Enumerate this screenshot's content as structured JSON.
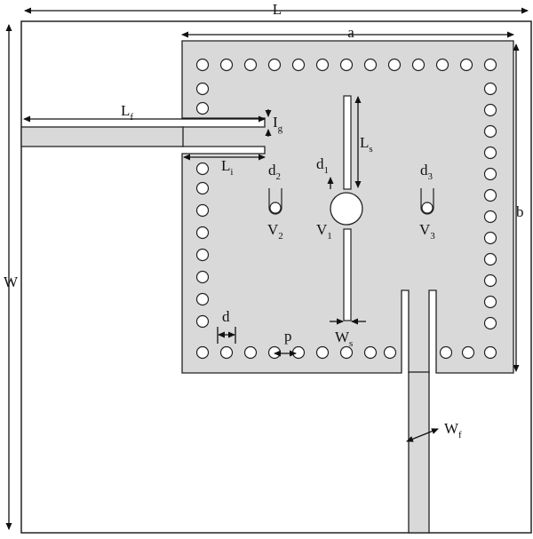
{
  "labels": {
    "L": "L",
    "W": "W",
    "a": "a",
    "b": "b",
    "Lf": {
      "main": "L",
      "sub": "f"
    },
    "Ig": {
      "main": "I",
      "sub": "g"
    },
    "Li": {
      "main": "L",
      "sub": "i"
    },
    "Ls": {
      "main": "L",
      "sub": "s"
    },
    "d1": {
      "main": "d",
      "sub": "1"
    },
    "d2": {
      "main": "d",
      "sub": "2"
    },
    "d3": {
      "main": "d",
      "sub": "3"
    },
    "V1": {
      "main": "V",
      "sub": "1"
    },
    "V2": {
      "main": "V",
      "sub": "2"
    },
    "V3": {
      "main": "V",
      "sub": "3"
    },
    "d": "d",
    "p": "p",
    "Ws": {
      "main": "W",
      "sub": "s"
    },
    "Wf": {
      "main": "W",
      "sub": "f"
    }
  },
  "colors": {
    "metal": "#d9d9d9",
    "outline": "#222222",
    "via_fill": "#ffffff"
  }
}
